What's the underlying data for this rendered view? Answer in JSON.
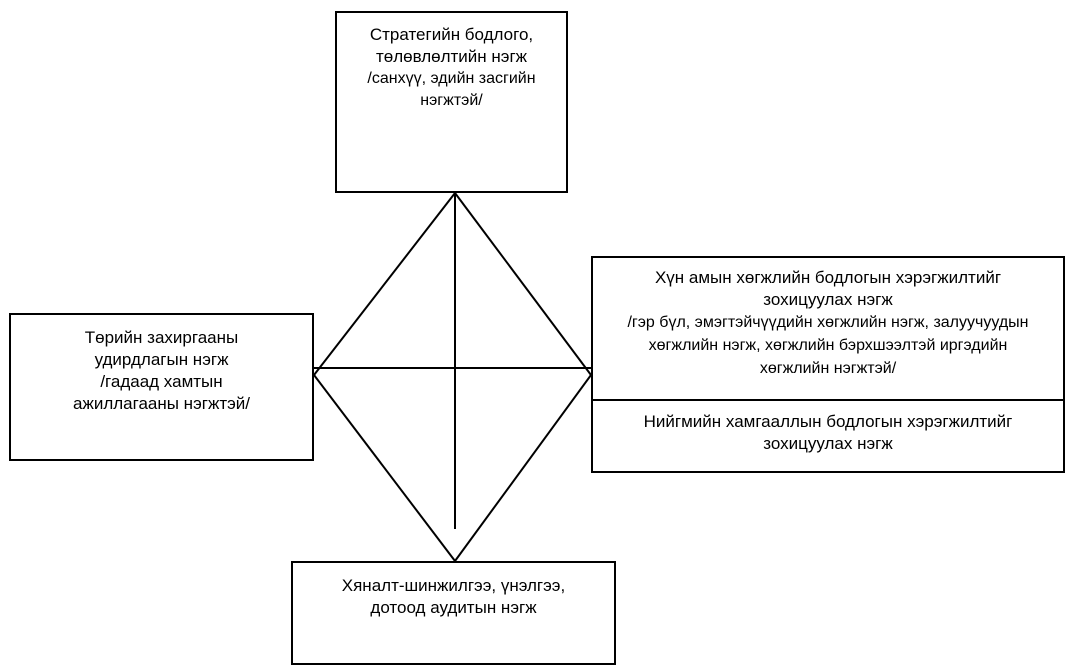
{
  "diagram": {
    "top": {
      "line1": "Стратегийн бодлого,",
      "line2": "төлөвлөлтийн нэгж",
      "line3": "/санхүү, эдийн засгийн",
      "line4": "нэгжтэй/"
    },
    "left": {
      "line1": "Төрийн захиргааны",
      "line2": "удирдлагын нэгж",
      "line3": "/гадаад хамтын",
      "line4": "ажиллагааны нэгжтэй/"
    },
    "right_upper": {
      "line1": "Хүн амын хөгжлийн бодлогын хэрэгжилтийг",
      "line2": "зохицуулах нэгж",
      "line3": "/гэр бүл, эмэгтэйчүүдийн хөгжлийн нэгж, залуучуудын",
      "line4": "хөгжлийн нэгж, хөгжлийн бэрхшээлтэй иргэдийн",
      "line5": "хөгжлийн нэгжтэй/"
    },
    "right_lower": {
      "line1": "Нийгмийн хамгааллын бодлогын хэрэгжилтийг",
      "line2": "зохицуулах нэгж"
    },
    "bottom": {
      "line1": "Хяналт-шинжилгээ, үнэлгээ,",
      "line2": "дотоод аудитын нэгж"
    }
  },
  "colors": {
    "stroke": "#000000",
    "background": "#ffffff"
  }
}
